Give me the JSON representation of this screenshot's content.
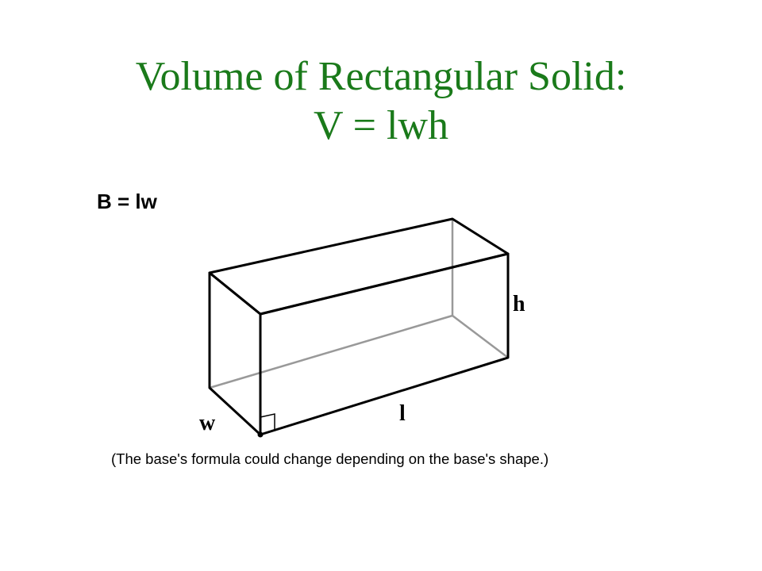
{
  "slide": {
    "title_line1": "Volume of Rectangular Solid:",
    "title_line2": "V = lwh",
    "title_color": "#1a7a1a"
  },
  "diagram": {
    "base_formula": "B = lw",
    "label_height": "h",
    "label_length": "l",
    "label_width": "w",
    "caption": "(The base's formula could change depending on the base's shape.)",
    "edge_color": "#000000",
    "hidden_edge_color": "#999999"
  }
}
